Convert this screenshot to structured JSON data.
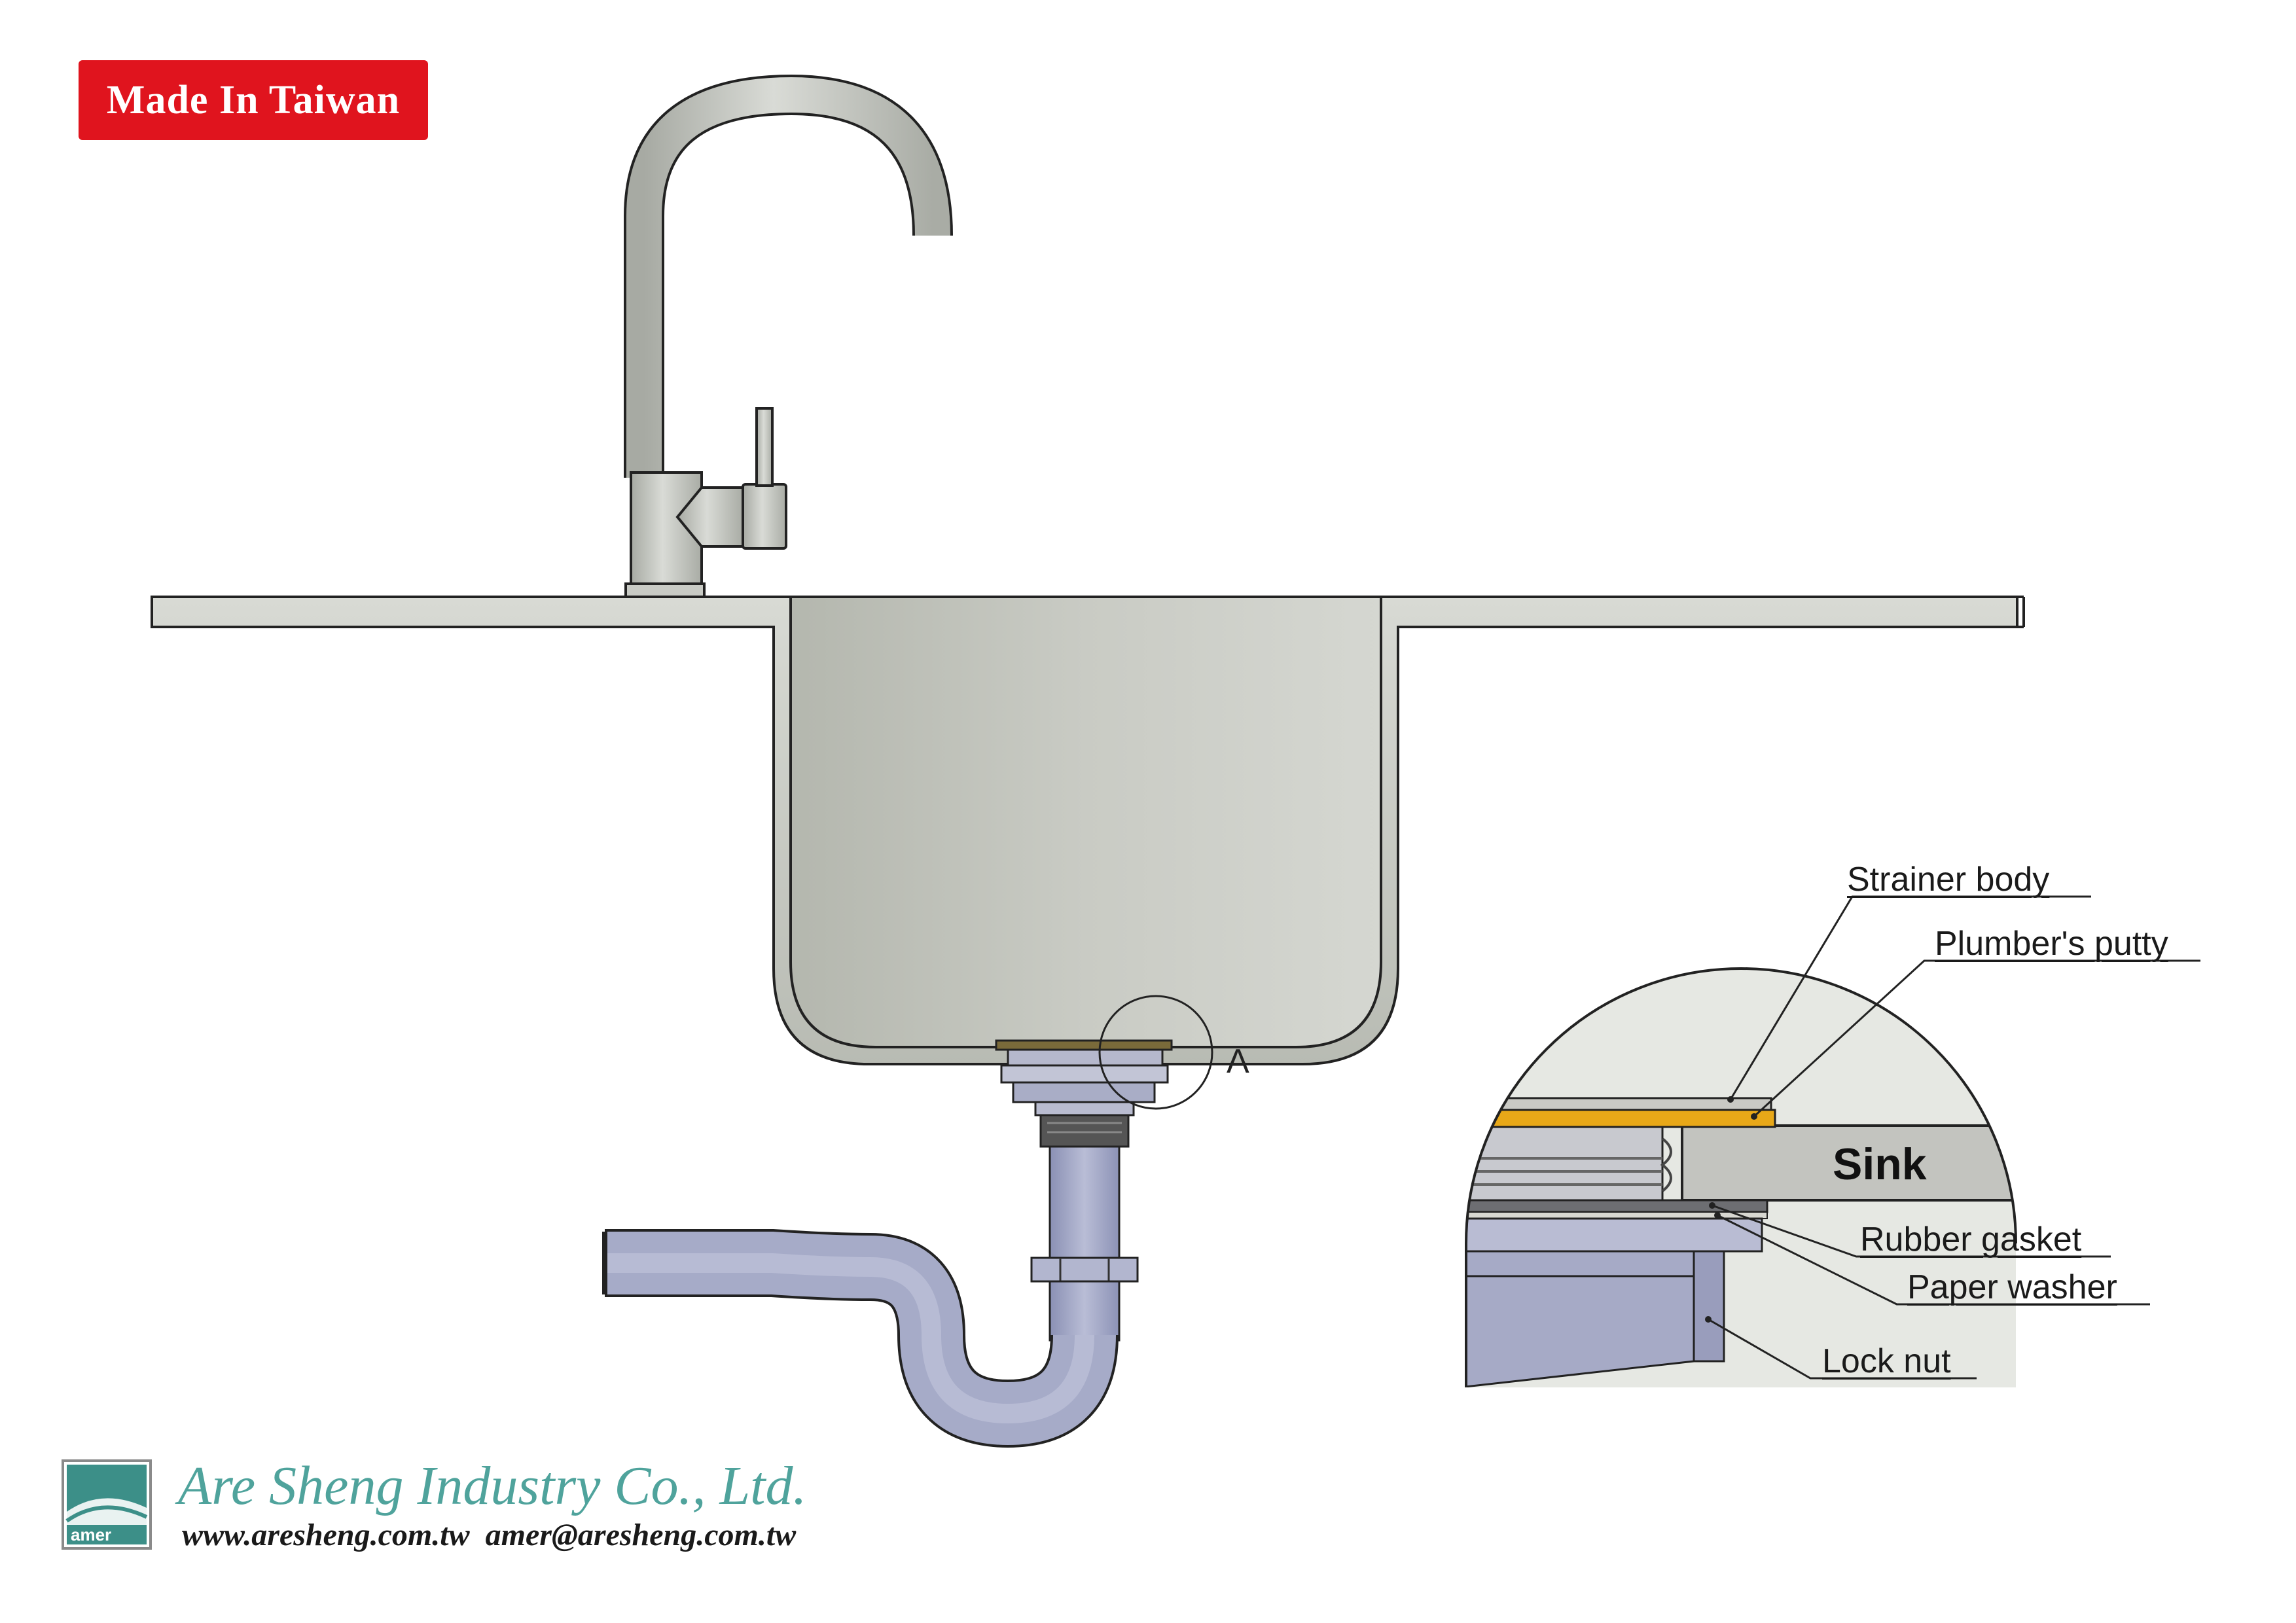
{
  "badge": {
    "text": "Made In Taiwan"
  },
  "detail_marker": "A",
  "detail": {
    "sink_label": "Sink",
    "callouts": {
      "strainer_body": "Strainer body",
      "plumbers_putty": "Plumber's putty",
      "rubber_gasket": "Rubber gasket",
      "paper_washer": "Paper washer",
      "lock_nut": "Lock nut"
    }
  },
  "footer": {
    "logo_text": "amer",
    "company": "Are Sheng Industry Co., Ltd.",
    "website": "www.aresheng.com.tw",
    "email": "amer@aresheng.com.tw"
  },
  "colors": {
    "badge_red": "#e0141e",
    "steel": "#c4c6bf",
    "pipe_blue": "#a4a9c8",
    "putty_yellow": "#e8a818",
    "brand_teal": "#4fa39c"
  }
}
